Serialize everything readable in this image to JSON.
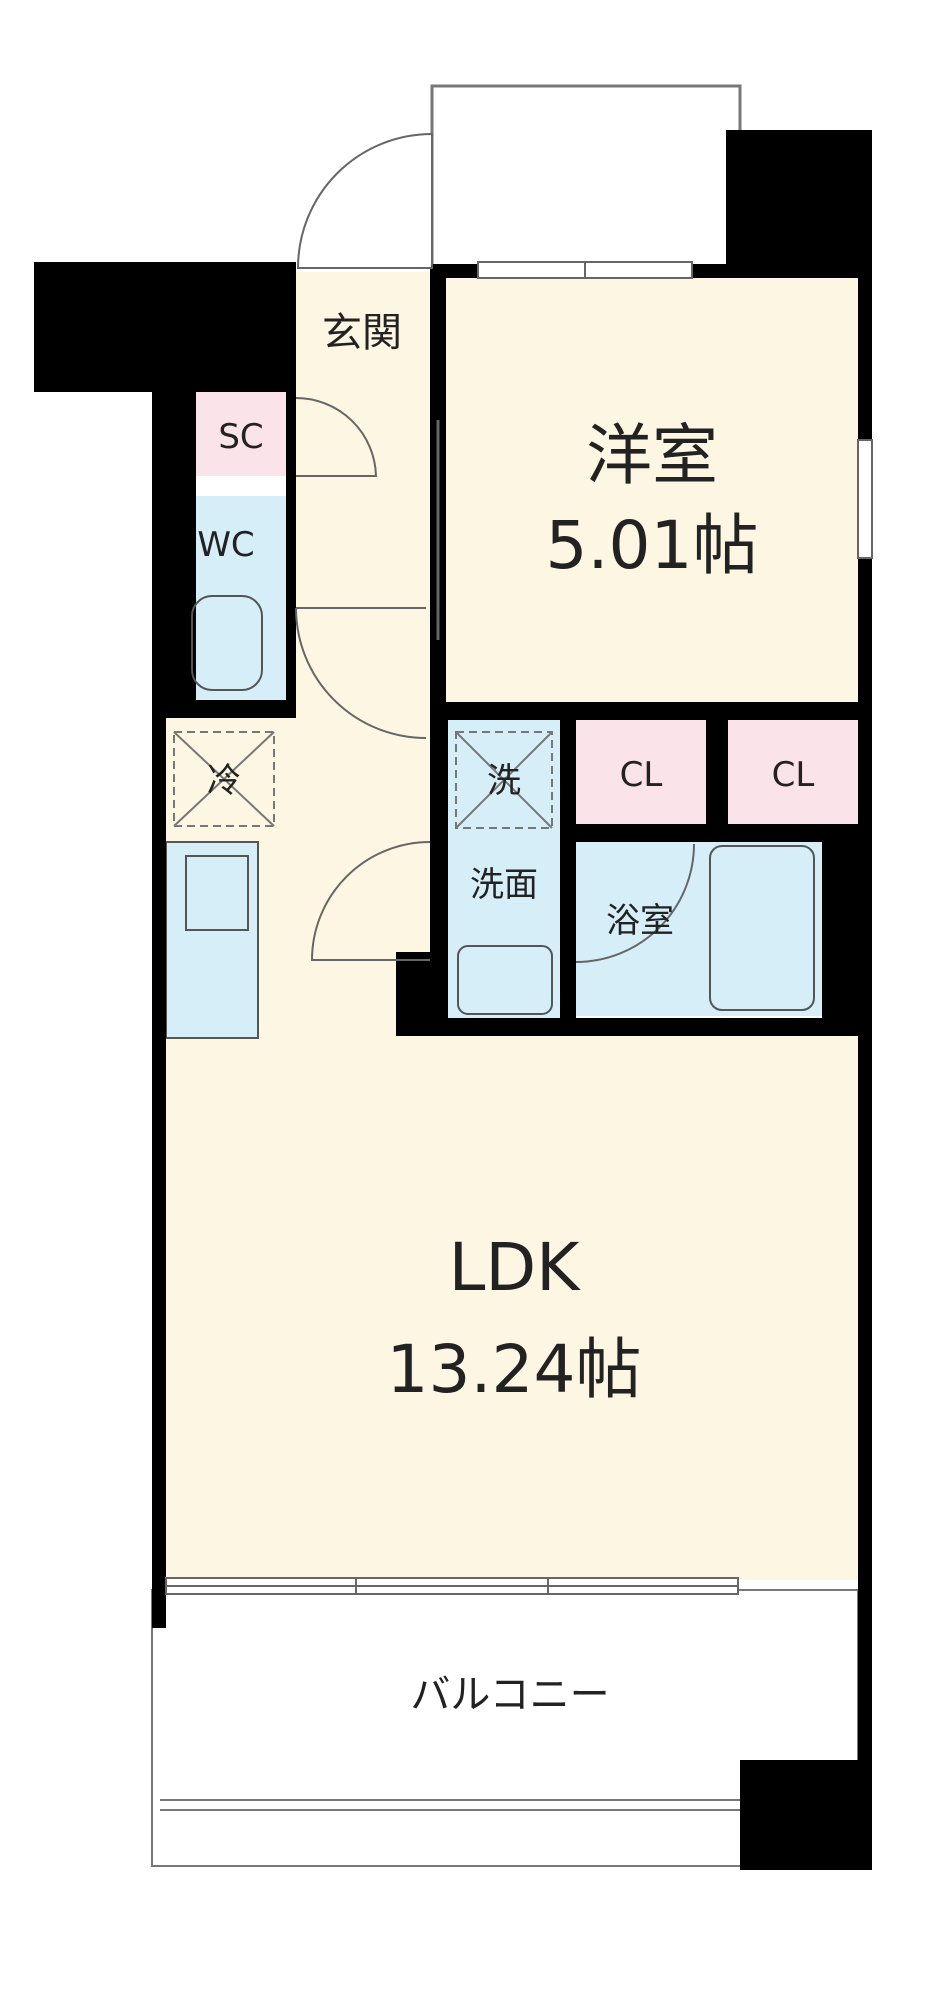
{
  "floorplan": {
    "rooms": {
      "western_room": {
        "name": "洋室",
        "area": "5.01帖"
      },
      "ldk": {
        "name": "LDK",
        "area": "13.24帖"
      },
      "entrance": {
        "name": "玄関"
      },
      "shoe_closet": {
        "name": "SC"
      },
      "toilet": {
        "name": "WC"
      },
      "refrigerator": {
        "name": "冷"
      },
      "washer": {
        "name": "洗"
      },
      "closet_1": {
        "name": "CL"
      },
      "closet_2": {
        "name": "CL"
      },
      "washroom": {
        "name": "洗面"
      },
      "bathroom": {
        "name": "浴室"
      },
      "balcony": {
        "name": "バルコニー"
      }
    },
    "colors": {
      "wall": "#000000",
      "room_cream": "#fdf6e2",
      "wet_blue": "#d6eef8",
      "storage_pink": "#fbe3ea",
      "outdoor_white": "#ffffff"
    }
  }
}
